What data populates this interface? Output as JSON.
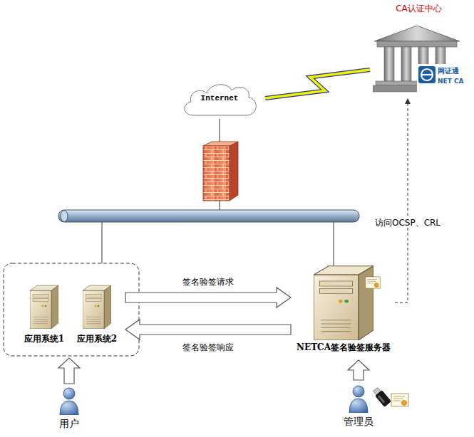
{
  "diagram": {
    "nodes": [
      {
        "text": [
          "CA认证中心",
          "网证通",
          "NET CA"
        ]
      },
      {
        "text": [
          "Internet"
        ]
      },
      {
        "text": [
          "应用系统1"
        ]
      },
      {
        "text": [
          "应用系统2"
        ]
      },
      {
        "text": [
          "NETCA签名验签服务器"
        ]
      },
      {
        "text": [
          "用户"
        ]
      },
      {
        "text": [
          "管理员"
        ]
      }
    ],
    "edges": [
      {
        "from": 1,
        "to": 0,
        "arrow": "none"
      },
      {
        "from": 3,
        "to": 4,
        "label": "签名验签请求",
        "arrow": "to"
      },
      {
        "from": 4,
        "to": 3,
        "label": "签名验签响应",
        "arrow": "to"
      },
      {
        "from": 5,
        "to": 2,
        "arrow": "to"
      },
      {
        "from": 6,
        "to": 4,
        "arrow": "to"
      },
      {
        "from": 4,
        "to": 0,
        "label": "访问OCSP、CRL",
        "arrow": "to"
      }
    ]
  }
}
